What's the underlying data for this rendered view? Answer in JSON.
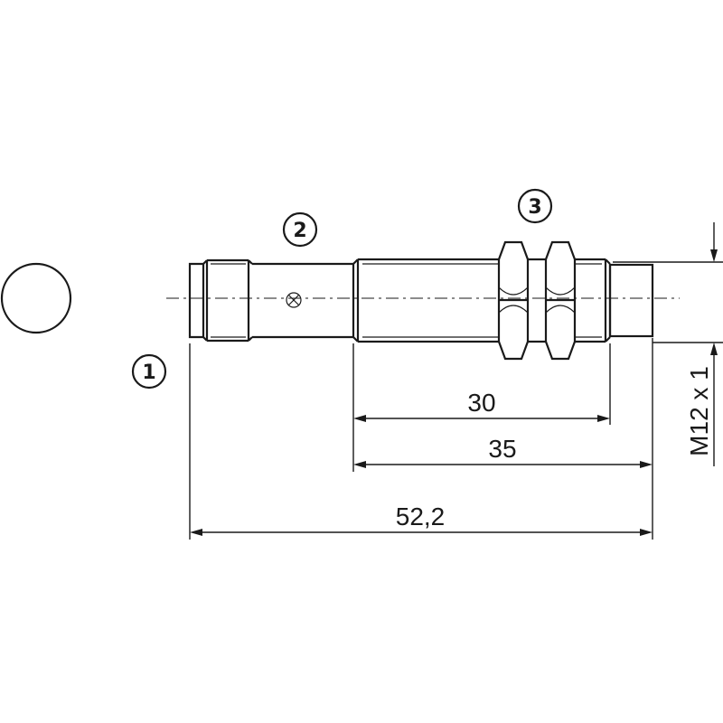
{
  "callouts": [
    "1",
    "2",
    "3"
  ],
  "dimensions": {
    "d30": "30",
    "d35": "35",
    "d52": "52,2",
    "thread": "M12 x 1"
  }
}
